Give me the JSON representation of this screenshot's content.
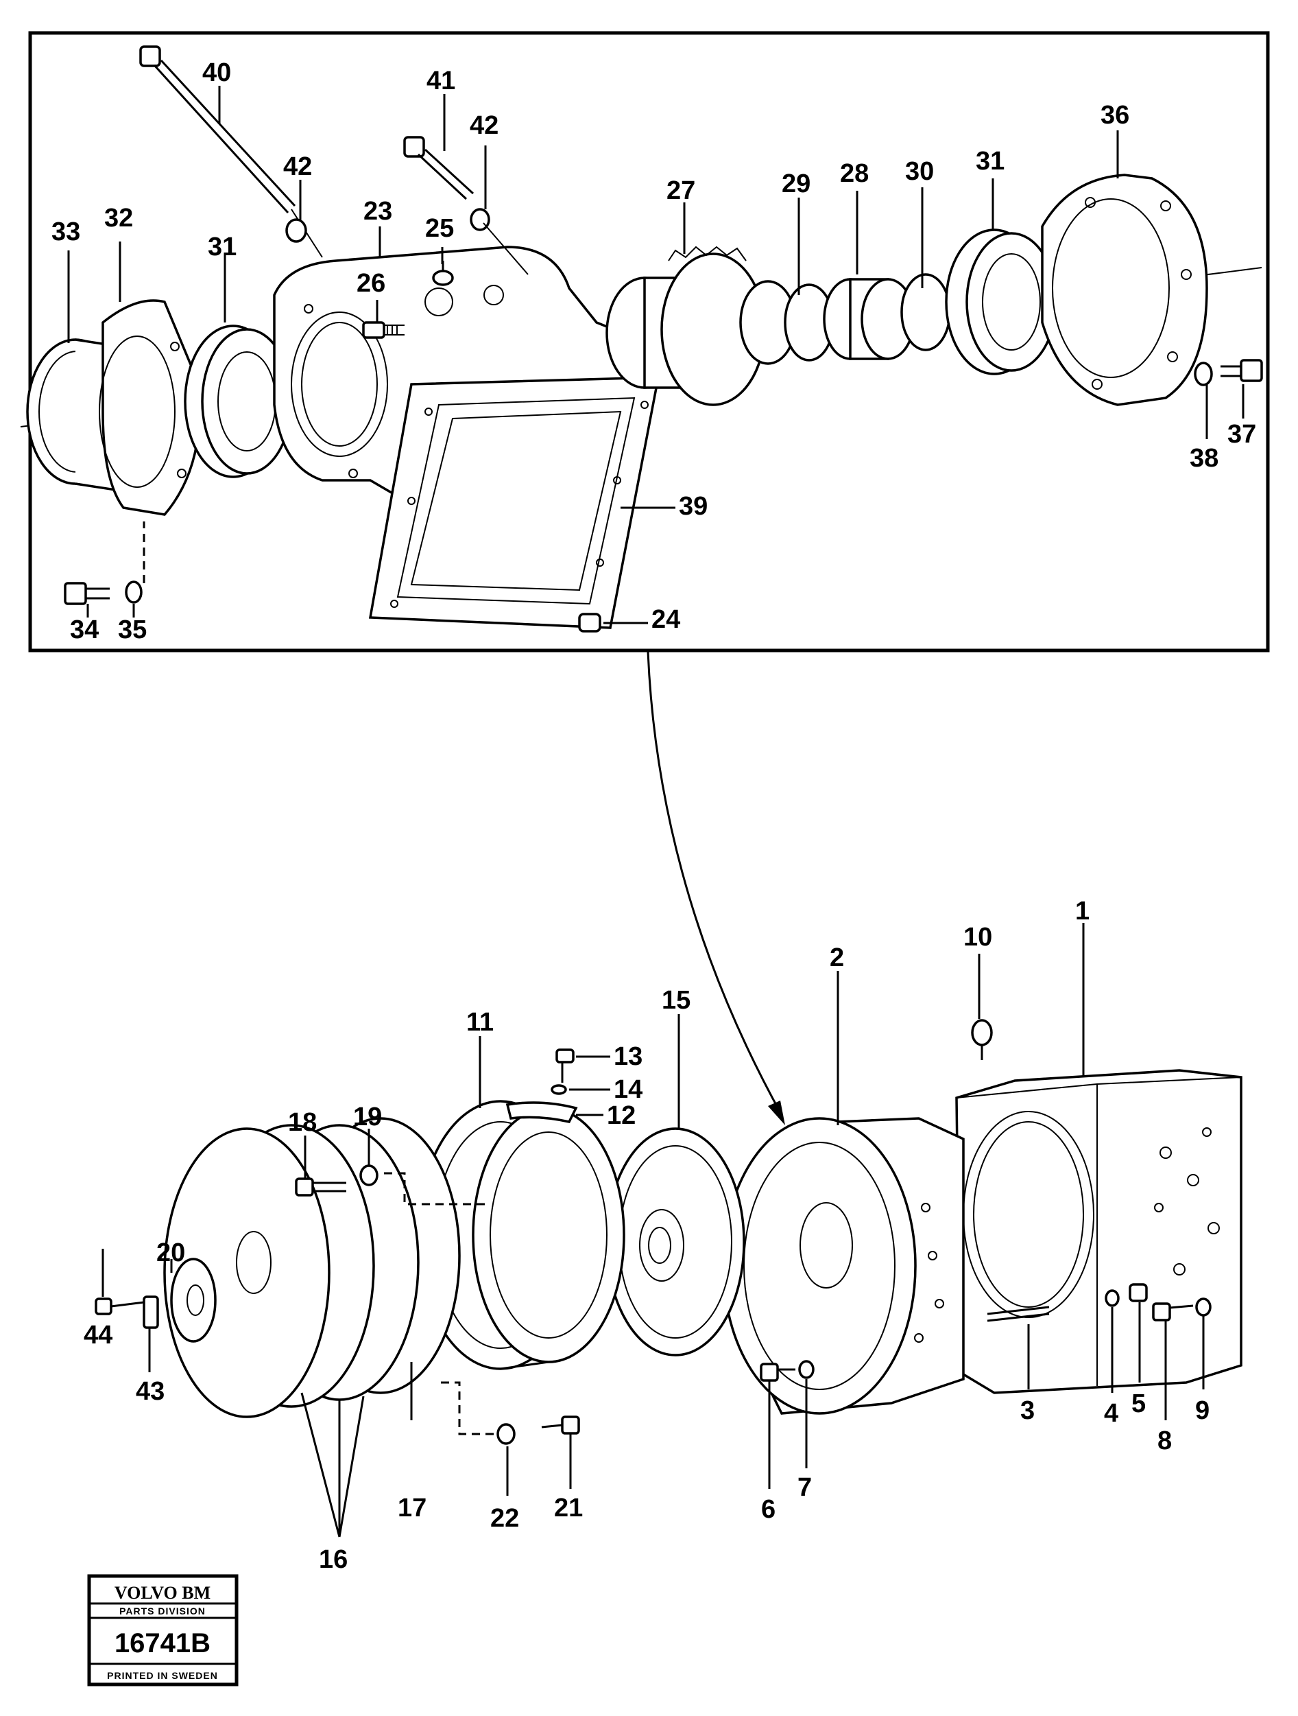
{
  "callouts": {
    "c1": "1",
    "c2": "2",
    "c3": "3",
    "c4": "4",
    "c5": "5",
    "c6": "6",
    "c7": "7",
    "c8": "8",
    "c9": "9",
    "c10": "10",
    "c11": "11",
    "c12": "12",
    "c13": "13",
    "c14": "14",
    "c15": "15",
    "c16": "16",
    "c17": "17",
    "c18": "18",
    "c19": "19",
    "c20": "20",
    "c21": "21",
    "c22": "22",
    "c23": "23",
    "c24": "24",
    "c25": "25",
    "c26": "26",
    "c27": "27",
    "c28": "28",
    "c29": "29",
    "c30": "30",
    "c31a": "31",
    "c31b": "31",
    "c32": "32",
    "c33": "33",
    "c34": "34",
    "c35": "35",
    "c36": "36",
    "c37": "37",
    "c38": "38",
    "c39": "39",
    "c40": "40",
    "c41": "41",
    "c42a": "42",
    "c42b": "42",
    "c43": "43",
    "c44": "44"
  },
  "stamp": {
    "brand": "VOLVO BM",
    "division": "PARTS DIVISION",
    "code": "16741B",
    "printed": "PRINTED IN SWEDEN"
  }
}
